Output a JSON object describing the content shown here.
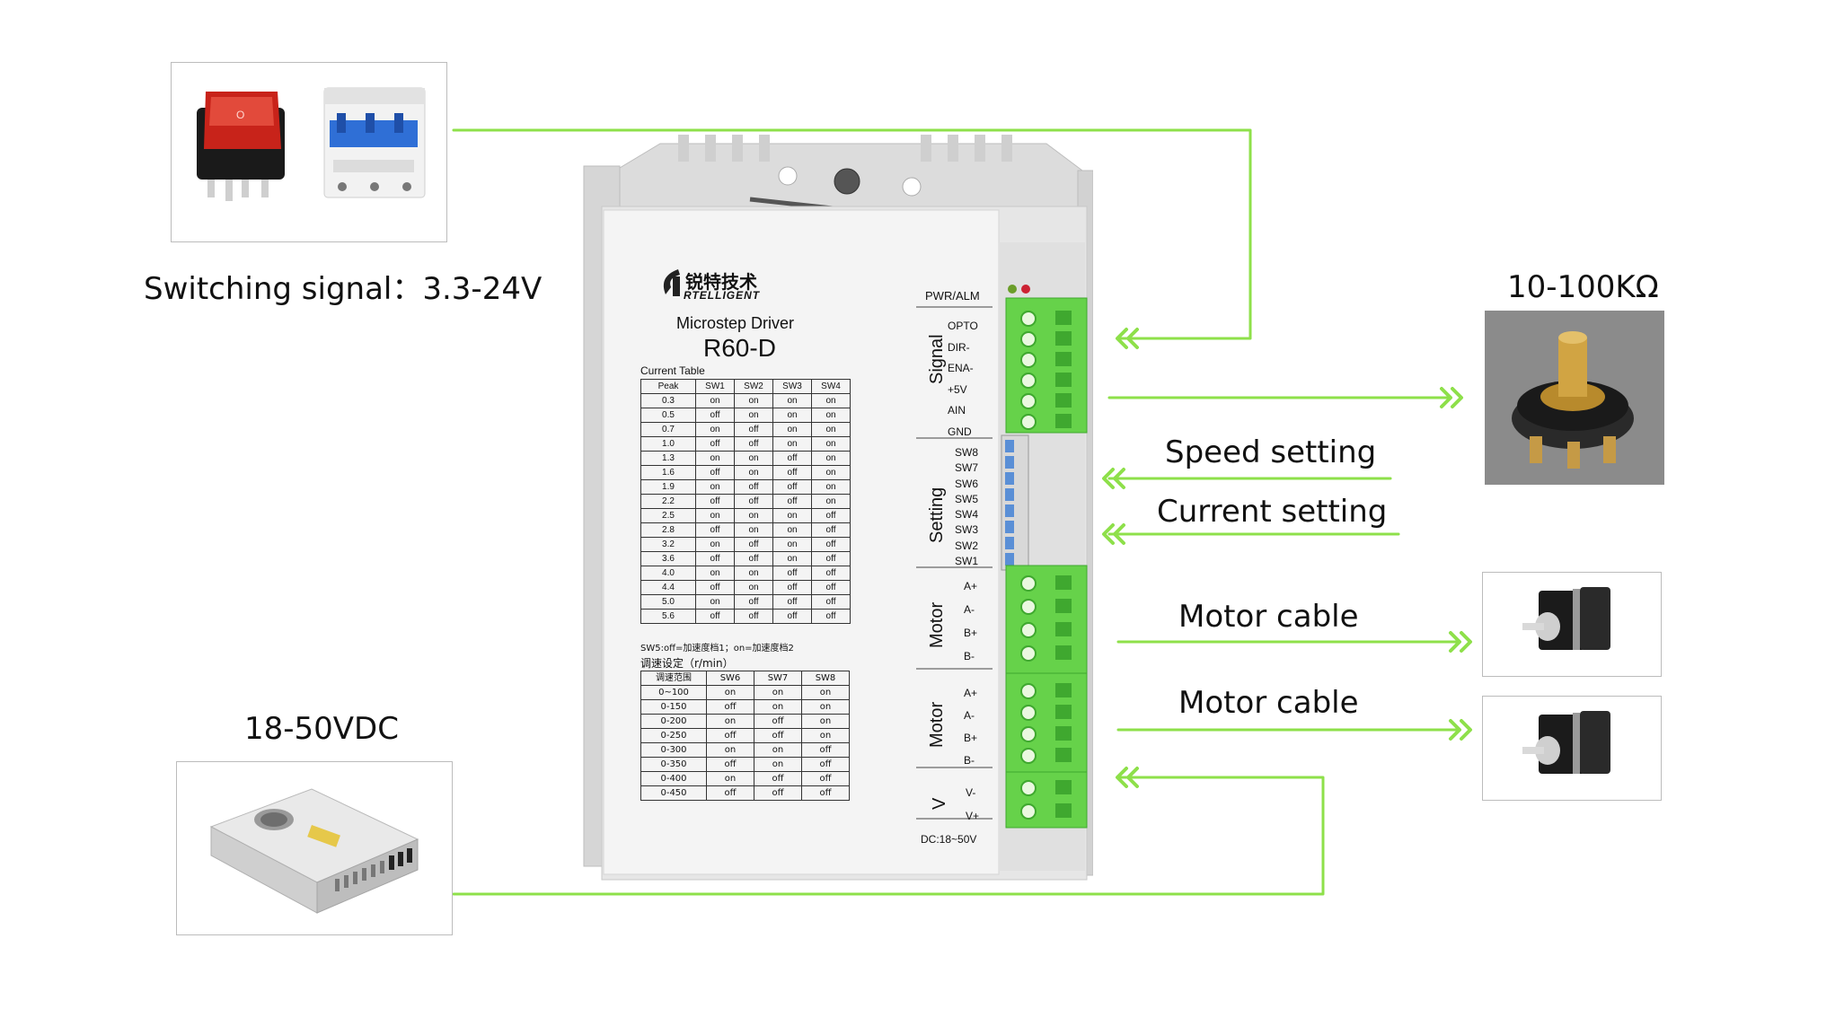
{
  "labels": {
    "switching_signal": "Switching signal：3.3-24V",
    "power_supply": "18-50VDC",
    "potentiometer": "10-100KΩ",
    "speed_setting": "Speed setting",
    "current_setting": "Current setting",
    "motor_cable_1": "Motor cable",
    "motor_cable_2": "Motor cable"
  },
  "driver": {
    "brand_cn": "锐特技术",
    "brand_en": "RTELLIGENT",
    "product": "Microstep Driver",
    "model": "R60-D",
    "pwr_alm": "PWR/ALM",
    "signal_group": "Signal",
    "signal_pins": [
      "OPTO",
      "DIR-",
      "ENA-",
      "+5V",
      "AIN",
      "GND"
    ],
    "setting_group": "Setting",
    "setting_pins": [
      "SW8",
      "SW7",
      "SW6",
      "SW5",
      "SW4",
      "SW3",
      "SW2",
      "SW1"
    ],
    "motor_group": "Motor",
    "motor_pins": [
      "A+",
      "A-",
      "B+",
      "B-"
    ],
    "motor_group_2": "Motor",
    "motor_pins_2": [
      "A+",
      "A-",
      "B+",
      "B-"
    ],
    "v_group": "V",
    "v_pins": [
      "V-",
      "V+"
    ],
    "dc_range": "DC:18~50V",
    "current_table": {
      "title": "Current Table",
      "headers": [
        "Peak",
        "SW1",
        "SW2",
        "SW3",
        "SW4"
      ],
      "rows": [
        [
          "0.3",
          "on",
          "on",
          "on",
          "on"
        ],
        [
          "0.5",
          "off",
          "on",
          "on",
          "on"
        ],
        [
          "0.7",
          "on",
          "off",
          "on",
          "on"
        ],
        [
          "1.0",
          "off",
          "off",
          "on",
          "on"
        ],
        [
          "1.3",
          "on",
          "on",
          "off",
          "on"
        ],
        [
          "1.6",
          "off",
          "on",
          "off",
          "on"
        ],
        [
          "1.9",
          "on",
          "off",
          "off",
          "on"
        ],
        [
          "2.2",
          "off",
          "off",
          "off",
          "on"
        ],
        [
          "2.5",
          "on",
          "on",
          "on",
          "off"
        ],
        [
          "2.8",
          "off",
          "on",
          "on",
          "off"
        ],
        [
          "3.2",
          "on",
          "off",
          "on",
          "off"
        ],
        [
          "3.6",
          "off",
          "off",
          "on",
          "off"
        ],
        [
          "4.0",
          "on",
          "on",
          "off",
          "off"
        ],
        [
          "4.4",
          "off",
          "on",
          "off",
          "off"
        ],
        [
          "5.0",
          "on",
          "off",
          "off",
          "off"
        ],
        [
          "5.6",
          "off",
          "off",
          "off",
          "off"
        ]
      ],
      "note": "SW5:off=加速度档1；on=加速度档2"
    },
    "speed_table": {
      "title": "调速设定（r/min）",
      "headers": [
        "调速范围",
        "SW6",
        "SW7",
        "SW8"
      ],
      "rows": [
        [
          "0~100",
          "on",
          "on",
          "on"
        ],
        [
          "0-150",
          "off",
          "on",
          "on"
        ],
        [
          "0-200",
          "on",
          "off",
          "on"
        ],
        [
          "0-250",
          "off",
          "off",
          "on"
        ],
        [
          "0-300",
          "on",
          "on",
          "off"
        ],
        [
          "0-350",
          "off",
          "on",
          "off"
        ],
        [
          "0-400",
          "on",
          "off",
          "off"
        ],
        [
          "0-450",
          "off",
          "off",
          "off"
        ]
      ]
    }
  },
  "colors": {
    "accent": "#8ee04a",
    "terminal": "#66d24a",
    "terminal_dark": "#3fa82f",
    "driver_body": "#e6e6e6",
    "panel": "#f4f4f4",
    "rocker": "#d8281e",
    "breaker_blue": "#2f6fd6"
  },
  "icons": {
    "rocker_switch": "rocker-switch-icon",
    "circuit_breaker": "circuit-breaker-icon",
    "power_supply": "power-supply-icon",
    "potentiometer": "potentiometer-icon",
    "stepper_motor": "stepper-motor-icon"
  }
}
